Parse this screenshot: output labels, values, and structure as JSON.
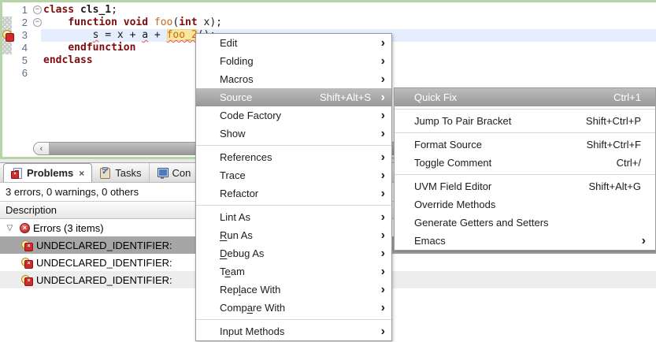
{
  "colors": {
    "editor_border_green": "#b5d5a7",
    "current_line_blue": "#e4eefc",
    "keyword": "#7d0c0c",
    "function_name": "#c8681c",
    "occurrence_highlight": "#f8e79c",
    "error_squiggle": "#ef5350",
    "menu_selection_gray": "#a8a8a8",
    "row_selection_gray": "#a6a6a6"
  },
  "icons": {
    "fold_minus": "−",
    "expander_down": "▽",
    "scroll_left_arrow": "‹",
    "submenu_arrow": "›",
    "tab_close": "×",
    "error_badge": "×"
  },
  "editor": {
    "lines": [
      {
        "num": "1",
        "fold": true,
        "tokens": [
          {
            "t": "class",
            "s": "kw"
          },
          {
            "t": " "
          },
          {
            "t": "cls_1",
            "s": "cls"
          },
          {
            "t": ";"
          }
        ]
      },
      {
        "num": "2",
        "fold": true,
        "tokens": [
          {
            "t": "    "
          },
          {
            "t": "function",
            "s": "kw"
          },
          {
            "t": " "
          },
          {
            "t": "void",
            "s": "kw"
          },
          {
            "t": " "
          },
          {
            "t": "foo",
            "s": "fn"
          },
          {
            "t": "("
          },
          {
            "t": "int",
            "s": "kw"
          },
          {
            "t": " x);"
          }
        ]
      },
      {
        "num": "3",
        "fold": false,
        "tokens": [
          {
            "t": "        "
          },
          {
            "t": "s",
            "s": "err"
          },
          {
            "t": " = x + "
          },
          {
            "t": "a",
            "s": "err"
          },
          {
            "t": " + "
          },
          {
            "t": "foo_2",
            "s": "fn occ err"
          },
          {
            "t": "();",
            "s": "err"
          }
        ]
      },
      {
        "num": "4",
        "fold": false,
        "tokens": [
          {
            "t": "    "
          },
          {
            "t": "endfunction",
            "s": "kw"
          }
        ]
      },
      {
        "num": "5",
        "fold": false,
        "tokens": [
          {
            "t": "endclass",
            "s": "kw"
          }
        ]
      },
      {
        "num": "6",
        "fold": false,
        "tokens": []
      }
    ]
  },
  "context_menu": {
    "items": [
      {
        "label": "Edit",
        "arrow": true
      },
      {
        "label": "Folding",
        "arrow": true
      },
      {
        "label": "Macros",
        "arrow": true
      },
      {
        "label": "Source",
        "shortcut": "Shift+Alt+S",
        "arrow": true,
        "highlighted": true
      },
      {
        "label": "Code Factory",
        "arrow": true
      },
      {
        "label": "Show",
        "arrow": true
      },
      {
        "separator": true
      },
      {
        "label": "References",
        "arrow": true
      },
      {
        "label": "Trace",
        "arrow": true
      },
      {
        "label": "Refactor",
        "arrow": true
      },
      {
        "separator": true
      },
      {
        "label": "Lint As",
        "arrow": true
      },
      {
        "label": "Run As",
        "arrow": true,
        "mnemonic": 0
      },
      {
        "label": "Debug As",
        "arrow": true,
        "mnemonic": 0
      },
      {
        "label": "Team",
        "arrow": true,
        "mnemonic": 1
      },
      {
        "label": "Replace With",
        "arrow": true,
        "mnemonic": 3
      },
      {
        "label": "Compare With",
        "arrow": true,
        "mnemonic": 4
      },
      {
        "separator": true
      },
      {
        "label": "Input Methods",
        "arrow": true
      }
    ]
  },
  "submenu": {
    "items": [
      {
        "label": "Quick Fix",
        "shortcut": "Ctrl+1",
        "highlighted": true
      },
      {
        "separator": true
      },
      {
        "label": "Jump To Pair Bracket",
        "shortcut": "Shift+Ctrl+P"
      },
      {
        "separator": true
      },
      {
        "label": "Format Source",
        "shortcut": "Shift+Ctrl+F"
      },
      {
        "label": "Toggle Comment",
        "shortcut": "Ctrl+/"
      },
      {
        "separator": true
      },
      {
        "label": "UVM Field Editor",
        "shortcut": "Shift+Alt+G"
      },
      {
        "label": "Override Methods"
      },
      {
        "label": "Generate Getters and Setters"
      },
      {
        "label": "Emacs",
        "arrow": true
      }
    ]
  },
  "problems_panel": {
    "tabs": [
      {
        "label": "Problems",
        "icon": "problems-icon",
        "active": true,
        "closable": true
      },
      {
        "label": "Tasks",
        "icon": "tasks-icon"
      },
      {
        "label": "Con",
        "icon": "console-icon"
      }
    ],
    "summary": "3 errors, 0 warnings, 0 others",
    "column_header": "Description",
    "group": {
      "label": "Errors (3 items)",
      "expanded": true
    },
    "rows": [
      {
        "text": "UNDECLARED_IDENTIFIER:",
        "selected": true
      },
      {
        "text": "UNDECLARED_IDENTIFIER:"
      },
      {
        "text": "UNDECLARED_IDENTIFIER:",
        "striped": true
      }
    ]
  }
}
